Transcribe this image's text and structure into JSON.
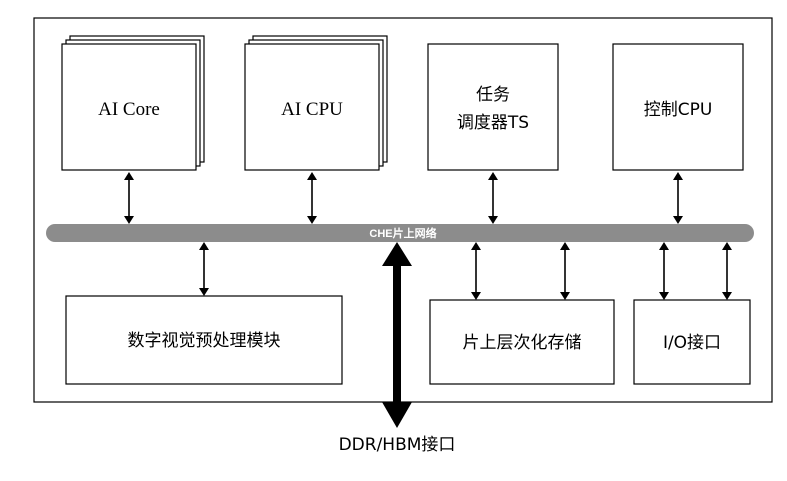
{
  "diagram": {
    "modules_top": [
      {
        "id": "ai_core",
        "label": "AI Core"
      },
      {
        "id": "ai_cpu",
        "label": "AI CPU"
      },
      {
        "id": "task_scheduler",
        "label_line1": "任务",
        "label_line2": "调度器TS"
      },
      {
        "id": "control_cpu",
        "label": "控制CPU"
      }
    ],
    "bus": {
      "label": "CHE片上网络"
    },
    "modules_bottom": [
      {
        "id": "dvpp",
        "label": "数字视觉预处理模块"
      },
      {
        "id": "onchip_cache",
        "label": "片上层次化存储"
      },
      {
        "id": "io",
        "label": "I/O接口"
      }
    ],
    "external": {
      "label": "DDR/HBM接口"
    },
    "colors": {
      "bus": "#8c8c8c",
      "line": "#000000",
      "background": "#ffffff"
    }
  }
}
